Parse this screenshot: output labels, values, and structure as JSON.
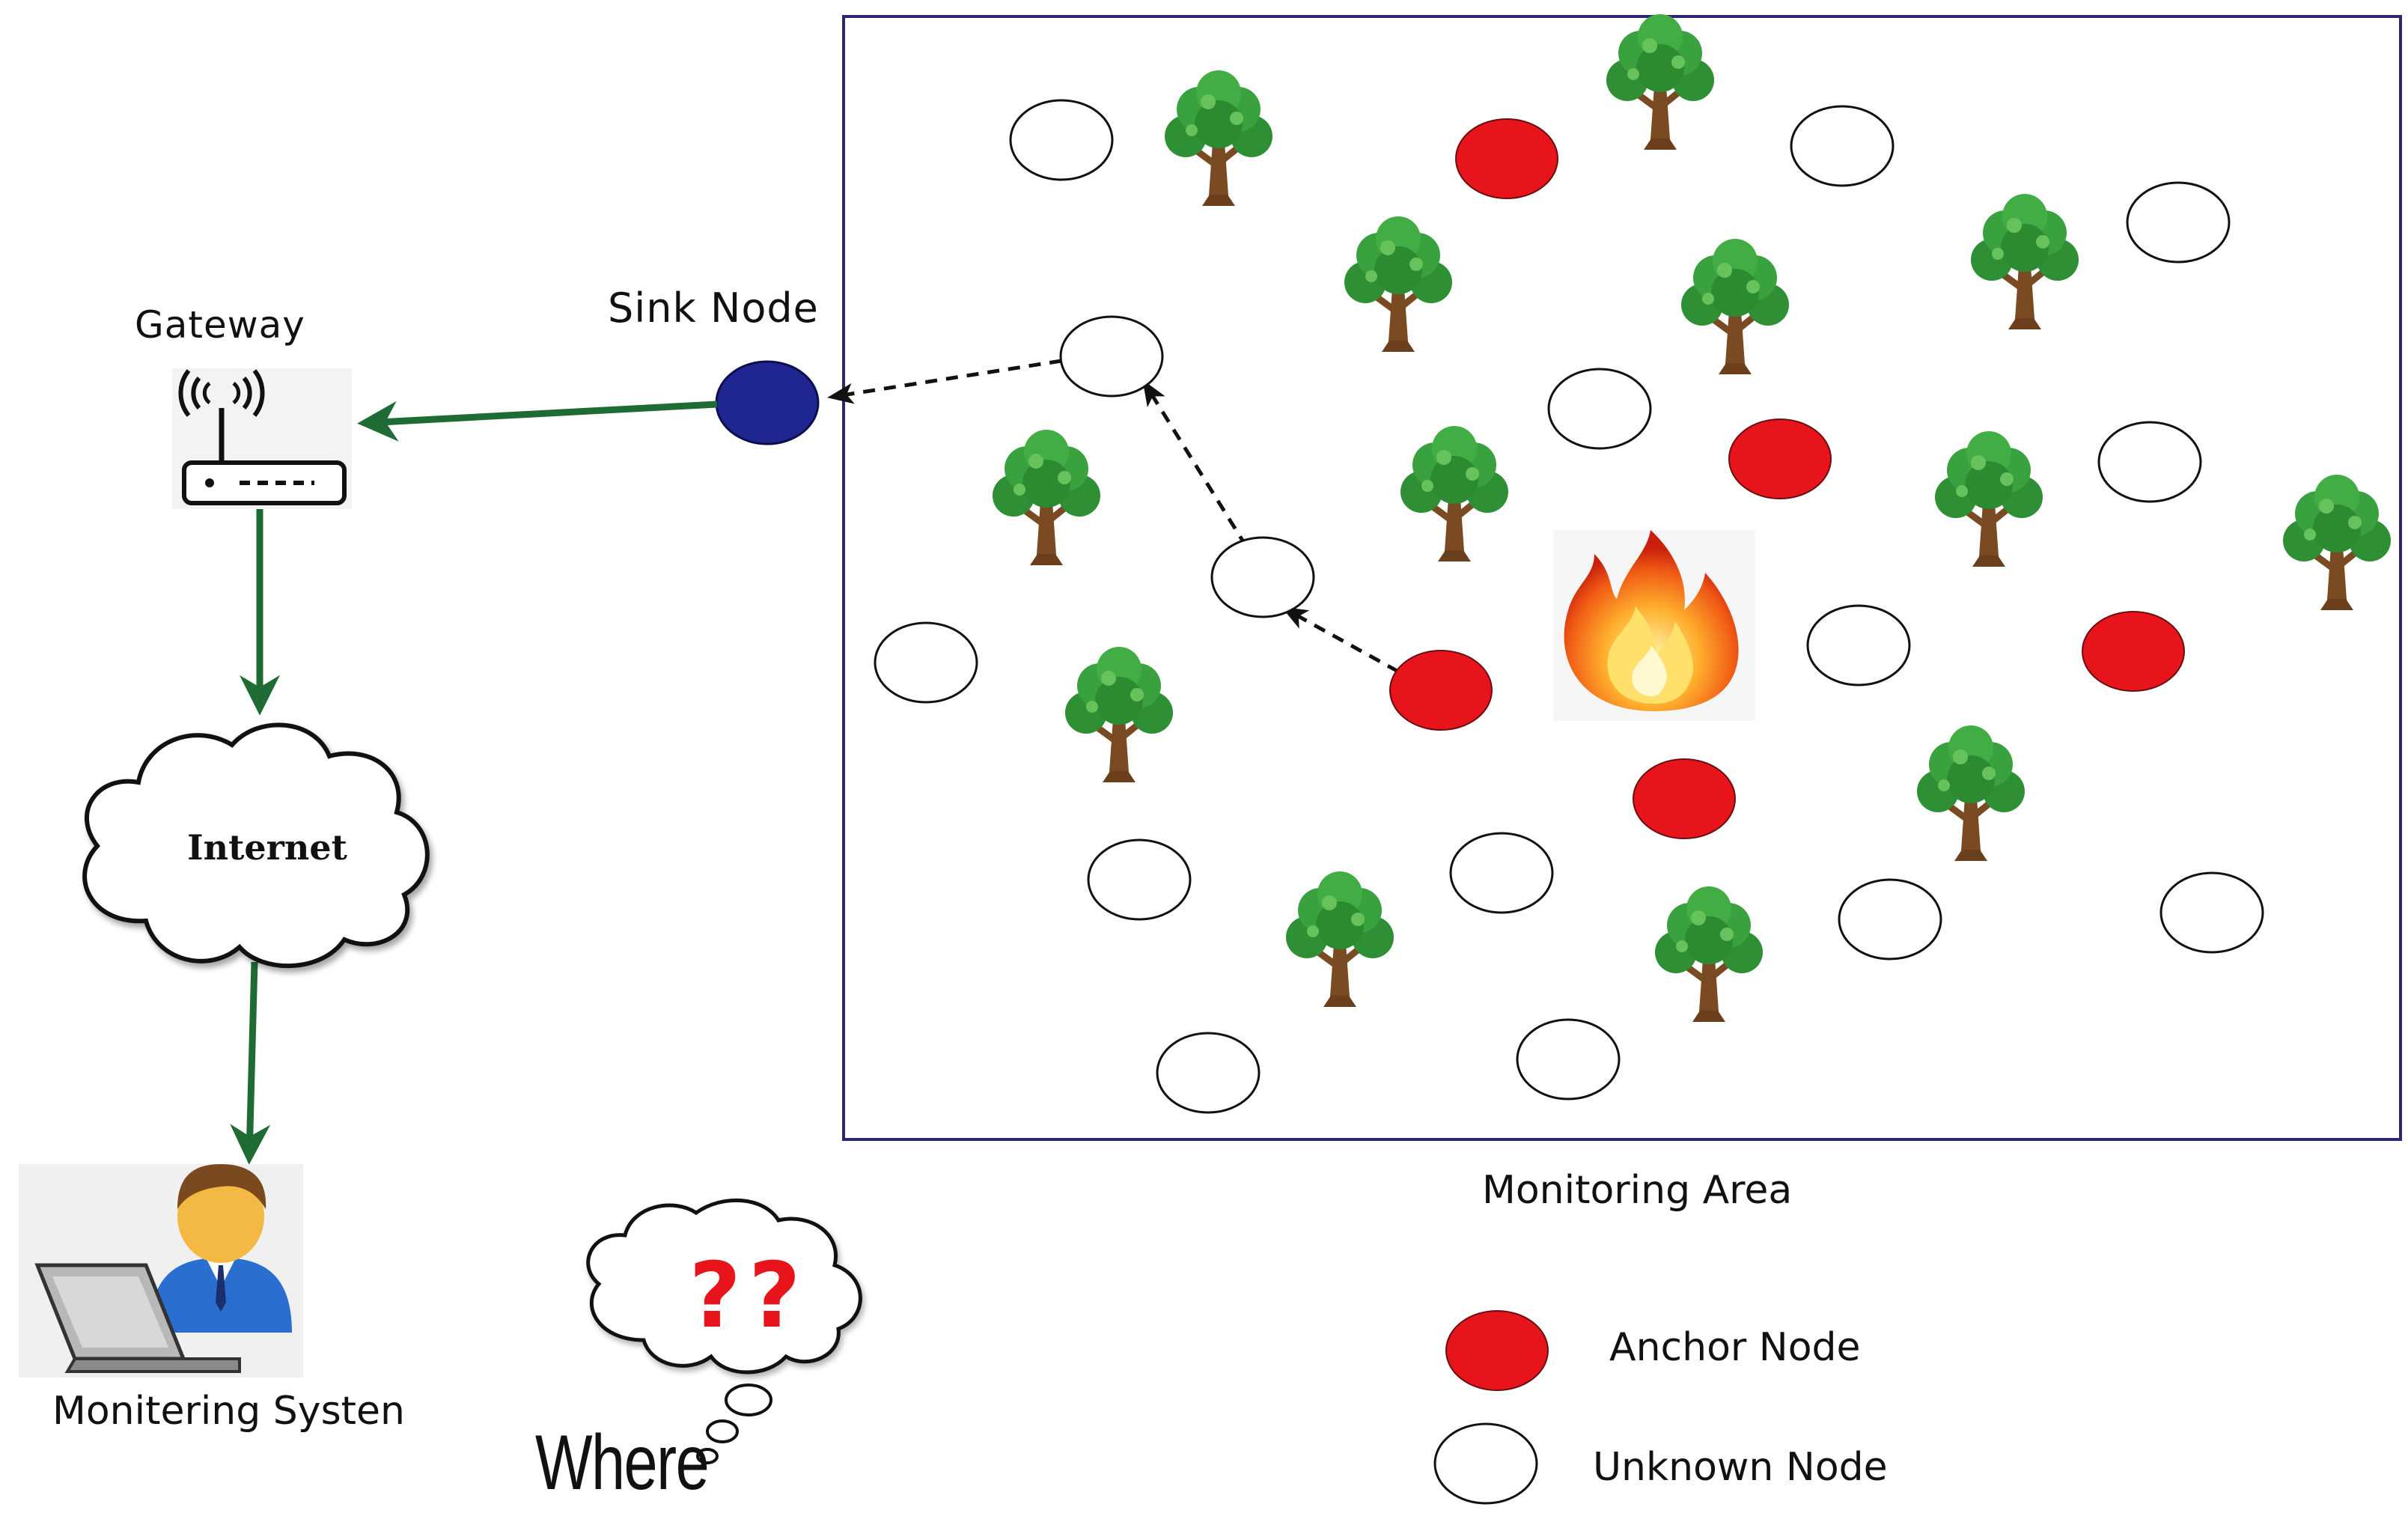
{
  "labels": {
    "gateway": "Gateway",
    "sink_node": "Sink Node",
    "internet": "Internet",
    "monitoring_area": "Monitoring Area",
    "monitoring_system": "Monitering Systen",
    "where": "Where",
    "question_marks": "??"
  },
  "legend": {
    "anchor": "Anchor Node",
    "unknown": "Unknown Node"
  },
  "colors": {
    "anchor_node": "#e8141c",
    "unknown_node": "#ffffff",
    "sink_node": "#1f2591",
    "link_arrow": "#1e6b33",
    "area_border": "#2b2870",
    "question_marks": "#e8141c"
  },
  "icons": {
    "gateway": "wifi-router-icon",
    "network": "cloud-icon",
    "operator": "user-laptop-icon",
    "event": "fire-icon",
    "vegetation": "tree-icon",
    "thought": "thought-bubble-icon"
  }
}
